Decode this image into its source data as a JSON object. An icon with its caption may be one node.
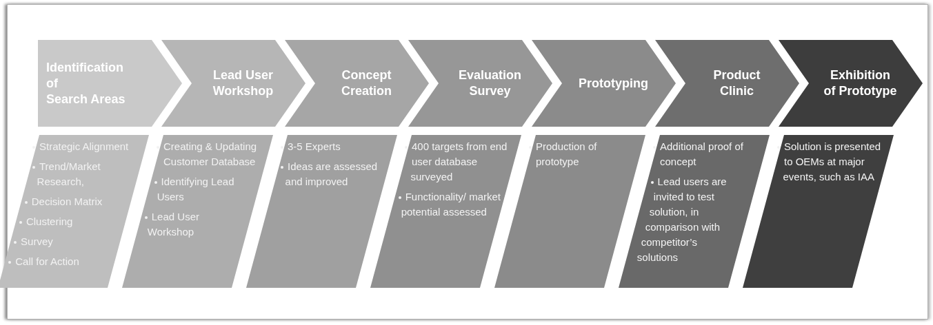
{
  "diagram": {
    "nodes": [
      {
        "text": [
          "Identification of Search Areas"
        ]
      },
      {
        "text": [
          "Lead User Workshop"
        ]
      },
      {
        "text": [
          "Concept Creation"
        ]
      },
      {
        "text": [
          "Evaluation Survey"
        ]
      },
      {
        "text": [
          "Prototyping"
        ]
      },
      {
        "text": [
          "Product Clinic"
        ]
      },
      {
        "text": [
          "Exhibition of Prototype"
        ]
      },
      {
        "text": [
          "Strategic Alignment",
          "Trend/Market Research,",
          "Decision Matrix",
          "Clustering",
          "Survey",
          "Call for Action"
        ]
      },
      {
        "text": [
          "Creating & Updating Customer Database",
          "Identifying Lead Users",
          "Lead User Workshop"
        ]
      },
      {
        "text": [
          "3-5 Experts",
          "Ideas are assessed and improved"
        ]
      },
      {
        "text": [
          "400 targets from end user database surveyed",
          "Functionality/ market potential assessed"
        ]
      },
      {
        "text": [
          "Production of prototype"
        ]
      },
      {
        "text": [
          "Additional proof of concept",
          "Lead users are invited to test solution, in comparison with competitor’s solutions"
        ]
      },
      {
        "text": [
          "Solution is presented to OEMs at major events, such as IAA"
        ]
      }
    ]
  }
}
